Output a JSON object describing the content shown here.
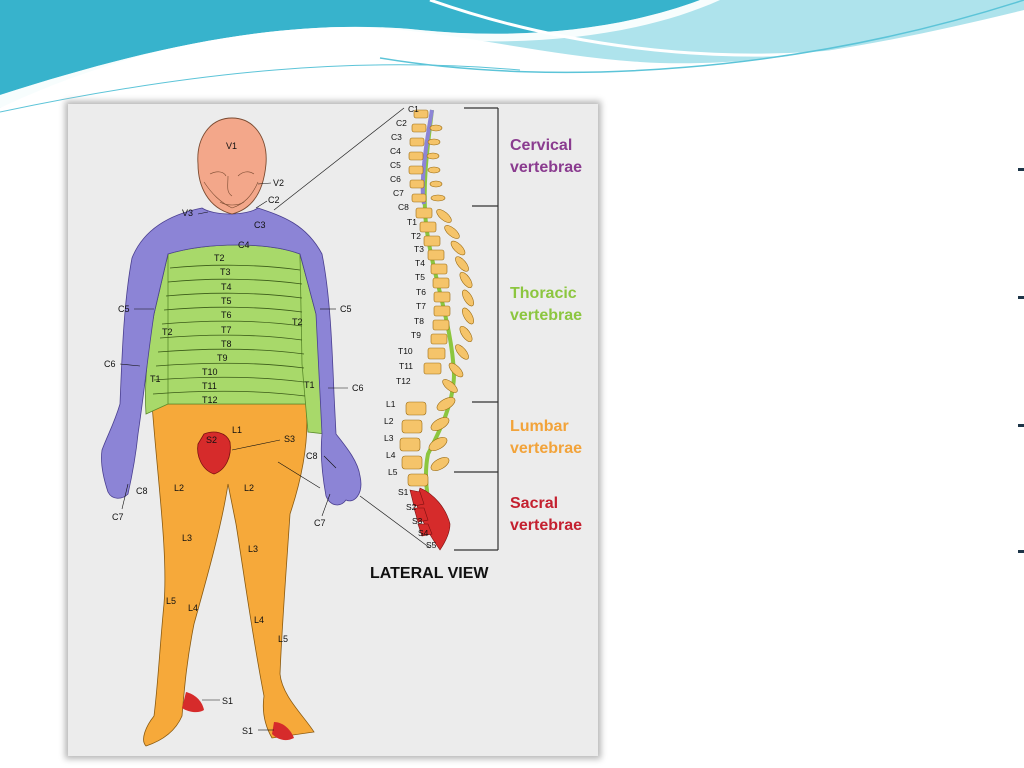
{
  "slide": {
    "colors": {
      "wave_dark": "#3bb7cf",
      "wave_light": "#a9e3ee",
      "dermatome_cervical": "#8c84d6",
      "dermatome_thoracic": "#a8d96a",
      "dermatome_lumbar": "#f6a93a",
      "dermatome_sacral": "#d62b2b",
      "skin": "#f3a78a"
    },
    "bullets": [
      "",
      "",
      "",
      ""
    ]
  },
  "figure": {
    "head_labels": {
      "v1": "V1",
      "v2": "V2",
      "v3": "V3",
      "c2": "C2",
      "c3": "C3",
      "c4": "C4"
    },
    "arm_labels": {
      "c5_left": "C5",
      "c5_right": "C5",
      "c6_left": "C6",
      "c6_right": "C6",
      "t1_left": "T1",
      "t1_right": "T1",
      "t2_left": "T2",
      "t2_right": "T2",
      "c7_left": "C7",
      "c7_right": "C7",
      "c8_left": "C8",
      "c8_right": "C8"
    },
    "trunk_labels": [
      "T2",
      "T3",
      "T4",
      "T5",
      "T6",
      "T7",
      "T8",
      "T9",
      "T10",
      "T11",
      "T12"
    ],
    "pelvis_labels": {
      "s2": "S2",
      "s3": "S3",
      "l1": "L1"
    },
    "leg_labels": {
      "l2_left": "L2",
      "l2_right": "L2",
      "l3_left": "L3",
      "l3_right": "L3",
      "l4_left": "L4",
      "l4_right": "L4",
      "l5_left": "L5",
      "l5_right": "L5",
      "s1_left": "S1",
      "s1_right": "S1"
    },
    "spine_labels": [
      "C1",
      "C2",
      "C3",
      "C4",
      "C5",
      "C6",
      "C7",
      "C8",
      "T1",
      "T2",
      "T3",
      "T4",
      "T5",
      "T6",
      "T7",
      "T8",
      "T9",
      "T10",
      "T11",
      "T12",
      "L1",
      "L2",
      "L3",
      "L4",
      "L5",
      "S1",
      "S2",
      "S3",
      "S4",
      "S5"
    ],
    "categories": [
      {
        "line1": "Cervical",
        "line2": "vertebrae",
        "color": "#8a3b8f"
      },
      {
        "line1": "Thoracic",
        "line2": "vertebrae",
        "color": "#8cc63f"
      },
      {
        "line1": "Lumbar",
        "line2": "vertebrae",
        "color": "#f2a33a"
      },
      {
        "line1": "Sacral",
        "line2": "vertebrae",
        "color": "#c4202f"
      }
    ],
    "view_label": "LATERAL VIEW"
  }
}
